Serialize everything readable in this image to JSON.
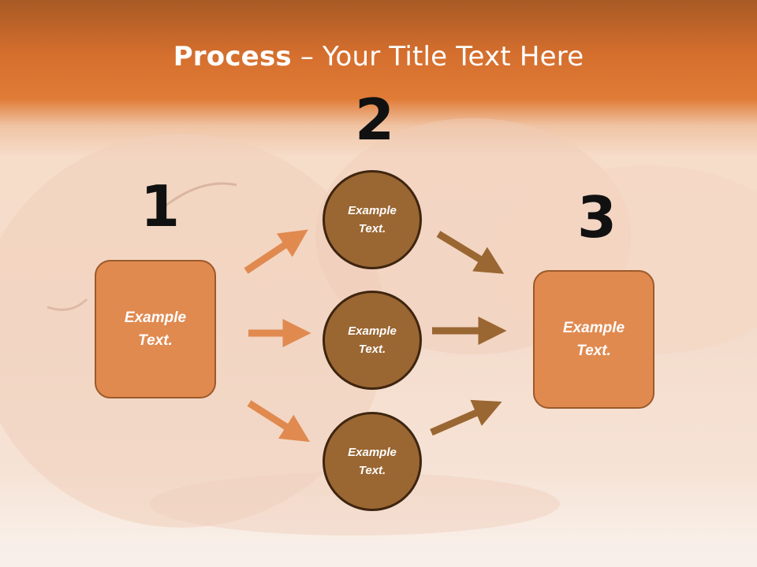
{
  "title": {
    "bold": "Process",
    "rest": " – Your Title Text Here"
  },
  "steps": {
    "one": "1",
    "two": "2",
    "three": "3"
  },
  "left_box": {
    "line1": "Example",
    "line2": "Text."
  },
  "right_box": {
    "line1": "Example",
    "line2": "Text."
  },
  "circles": [
    {
      "line1": "Example",
      "line2": "Text."
    },
    {
      "line1": "Example",
      "line2": "Text."
    },
    {
      "line1": "Example",
      "line2": "Text."
    }
  ],
  "colors": {
    "header": "#d56f2e",
    "box_fill": "#e08a50",
    "circle_fill": "#9a6632",
    "left_arrow": "#e08a50",
    "right_arrow": "#9a6632"
  }
}
